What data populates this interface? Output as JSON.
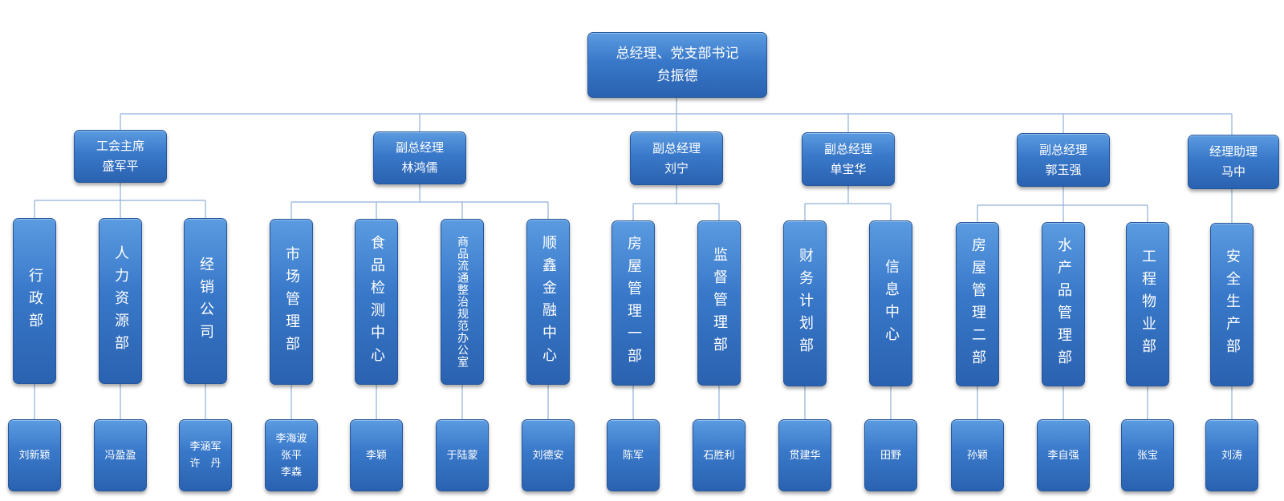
{
  "top": {
    "title": "总经理、党支部书记",
    "name": "贠振德"
  },
  "managers": [
    {
      "title": "工会主席",
      "name": "盛军平"
    },
    {
      "title": "副总经理",
      "name": "林鸿儒"
    },
    {
      "title": "副总经理",
      "name": "刘宁"
    },
    {
      "title": "副总经理",
      "name": "单宝华"
    },
    {
      "title": "副总经理",
      "name": "郭玉强"
    },
    {
      "title": "经理助理",
      "name": "马中"
    }
  ],
  "departments": [
    {
      "label": "行政部",
      "people": [
        "刘新颖"
      ]
    },
    {
      "label": "人力资源部",
      "people": [
        "冯盈盈"
      ]
    },
    {
      "label": "经销公司",
      "people": [
        "李涵军",
        "许　丹"
      ]
    },
    {
      "label": "市场管理部",
      "people": [
        "李海波",
        "张平",
        "李森"
      ]
    },
    {
      "label": "食品检测中心",
      "people": [
        "李颖"
      ]
    },
    {
      "label": "商品流通整治规范办公室",
      "people": [
        "于陆蒙"
      ]
    },
    {
      "label": "顺鑫金融中心",
      "people": [
        "刘德安"
      ]
    },
    {
      "label": "房屋管理一部",
      "people": [
        "陈军"
      ]
    },
    {
      "label": "监督管理部",
      "people": [
        "石胜利"
      ]
    },
    {
      "label": "财务计划部",
      "people": [
        "贯建华"
      ]
    },
    {
      "label": "信息中心",
      "people": [
        "田野"
      ]
    },
    {
      "label": "房屋管理二部",
      "people": [
        "孙颖"
      ]
    },
    {
      "label": "水产品管理部",
      "people": [
        "李自强"
      ]
    },
    {
      "label": "工程物业部",
      "people": [
        "张宝"
      ]
    },
    {
      "label": "安全生产部",
      "people": [
        "刘涛"
      ]
    }
  ]
}
